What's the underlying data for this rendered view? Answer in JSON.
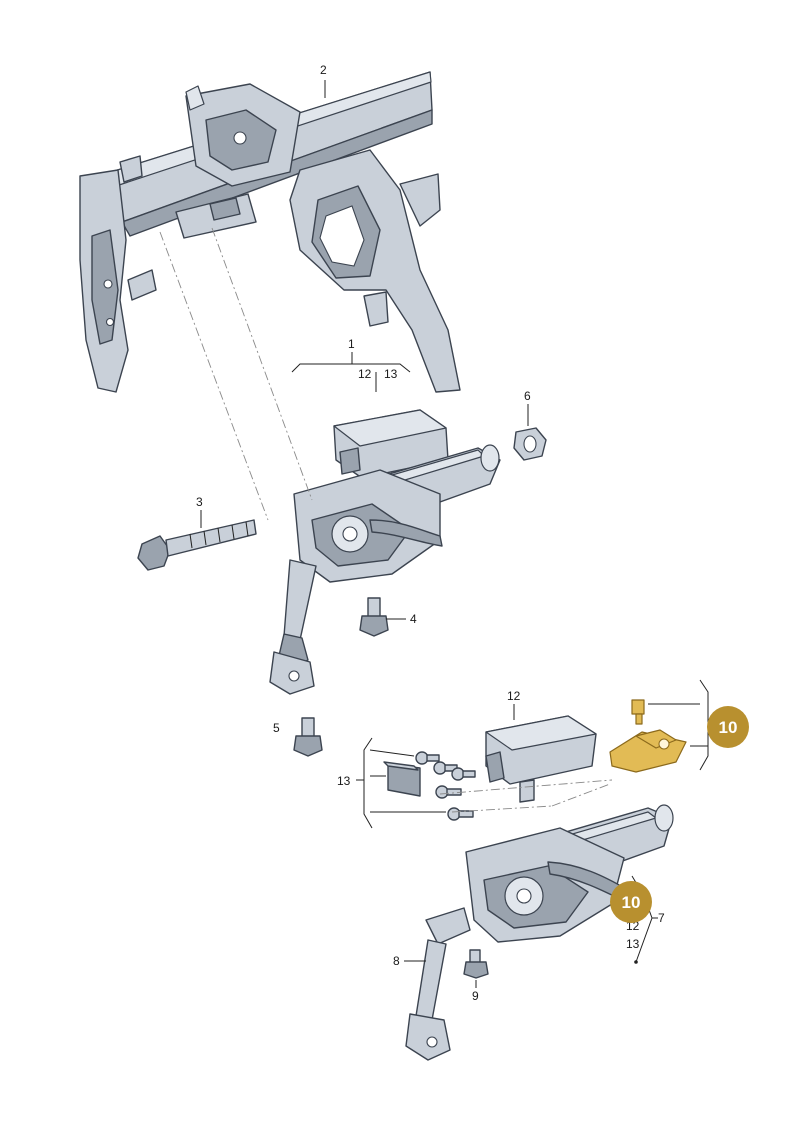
{
  "labels": {
    "l1": "1",
    "l2": "2",
    "l3": "3",
    "l4": "4",
    "l5": "5",
    "l6": "6",
    "l7": "7",
    "l8": "8",
    "l9": "9",
    "l12_top": "12",
    "l13_top": "13",
    "l12_mid": "12",
    "l13_mid": "13",
    "l12_low": "12",
    "l13_low": "13"
  },
  "badges": {
    "upper": "10",
    "lower": "10"
  },
  "colors": {
    "part_fill": "#c9d0d9",
    "part_stroke": "#3c4450",
    "highlight_part": "#e2bb55",
    "badge": "#b8902f"
  }
}
